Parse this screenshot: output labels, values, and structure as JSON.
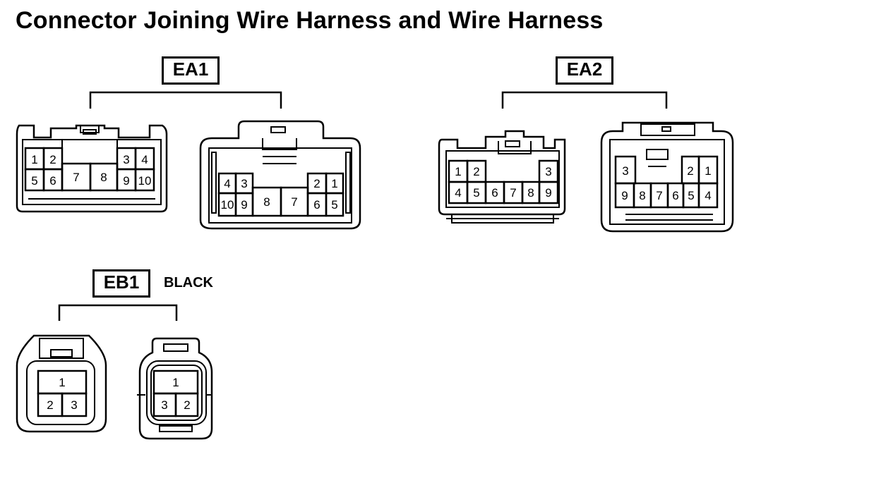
{
  "title": "Connector Joining Wire Harness and Wire Harness",
  "connectors": [
    {
      "code": "EA1",
      "color": "",
      "left_face_pins": [
        "1",
        "2",
        "3",
        "4",
        "5",
        "6",
        "7",
        "8",
        "9",
        "10"
      ],
      "right_face_pins": [
        "4",
        "3",
        "2",
        "1",
        "10",
        "9",
        "8",
        "7",
        "6",
        "5"
      ]
    },
    {
      "code": "EA2",
      "color": "",
      "left_face_pins": [
        "1",
        "2",
        "3",
        "4",
        "5",
        "6",
        "7",
        "8",
        "9"
      ],
      "right_face_pins": [
        "3",
        "2",
        "1",
        "9",
        "8",
        "7",
        "6",
        "5",
        "4"
      ]
    },
    {
      "code": "EB1",
      "color": "BLACK",
      "left_face_pins": [
        "1",
        "2",
        "3"
      ],
      "right_face_pins": [
        "1",
        "3",
        "2"
      ]
    }
  ]
}
